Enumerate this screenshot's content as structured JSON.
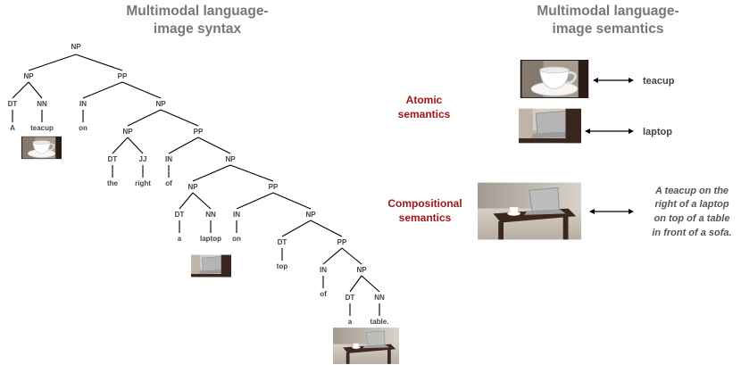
{
  "left_title": [
    "Multimodal language-",
    "image syntax"
  ],
  "right_title": [
    "Multimodal language-",
    "image semantics"
  ],
  "tree": {
    "nodes": [
      "NP",
      "NP",
      "PP",
      "DT",
      "NN",
      "IN",
      "NP",
      "NP",
      "PP",
      "DT",
      "JJ",
      "IN",
      "NP",
      "NP",
      "PP",
      "DT",
      "NN",
      "IN",
      "NP",
      "DT",
      "PP",
      "IN",
      "NP",
      "DT",
      "NN"
    ],
    "words": [
      "A",
      "teacup",
      "on",
      "the",
      "right",
      "of",
      "a",
      "laptop",
      "on",
      "top",
      "of",
      "a",
      "table."
    ]
  },
  "atomic": {
    "label": [
      "Atomic",
      "semantics"
    ],
    "items": [
      "teacup",
      "laptop"
    ]
  },
  "compositional": {
    "label": [
      "Compositional",
      "semantics"
    ],
    "description": [
      "A teacup on the",
      "right of a laptop",
      "on top of a table",
      "in front of a sofa."
    ]
  },
  "icons": [
    "teacup-photo",
    "laptop-photo",
    "scene-photo",
    "double-arrow-icon"
  ],
  "colors": {
    "title": "#777777",
    "semantics_label": "#a31515",
    "text": "#444444"
  }
}
